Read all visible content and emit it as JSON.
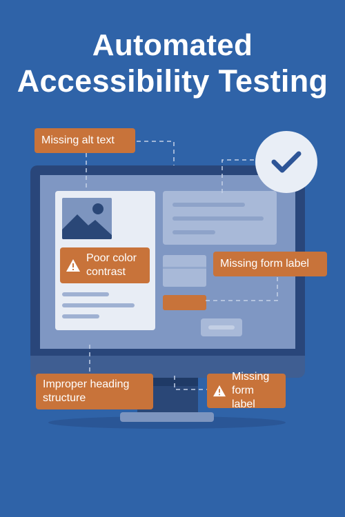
{
  "title": {
    "line1": "Automated",
    "line2": "Accessibility Testing"
  },
  "callouts": {
    "missing_alt_text": "Missing alt text",
    "poor_contrast": "Poor color contrast",
    "form_label_1": "Missing form label",
    "heading_structure": "Improper heading structure",
    "form_label_2": "Missing form label"
  },
  "icons": {
    "check": "check-icon",
    "warning": "warning-icon",
    "image": "image-placeholder-icon"
  },
  "colors": {
    "background": "#2f63a8",
    "callout": "#c8733a",
    "screen": "#7f97c3",
    "check": "#2e5597"
  }
}
